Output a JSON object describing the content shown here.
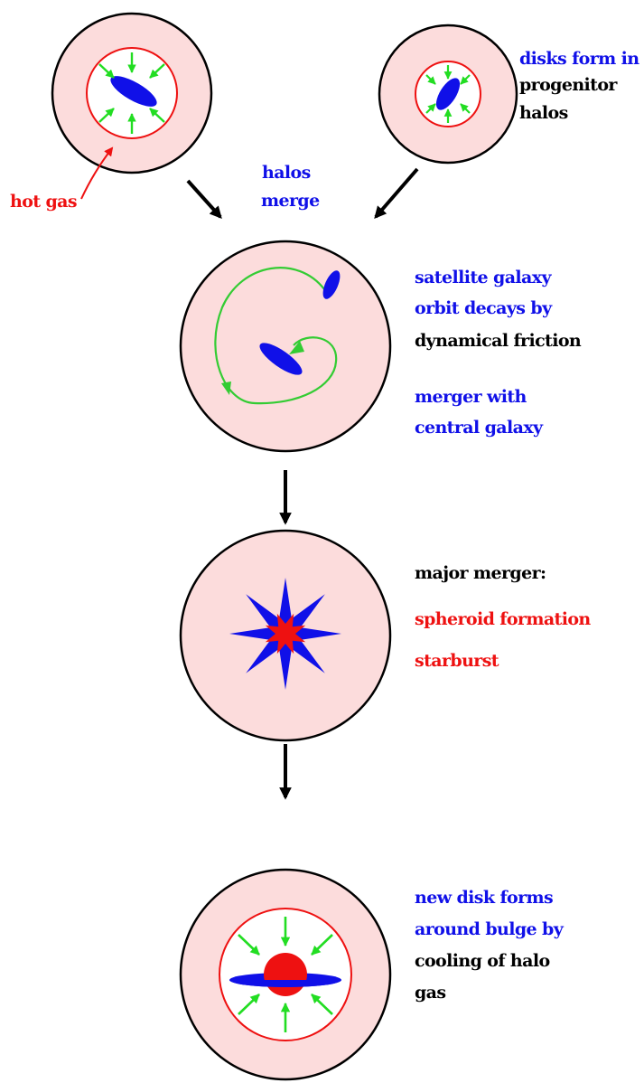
{
  "colors": {
    "halo_fill": "#fcdcdc",
    "outline": "#000000",
    "hot_gas_ring": "#ee1111",
    "disk": "#1010e8",
    "bulge": "#ee1111",
    "inflow_arrows": "#22dd22",
    "orbit": "#33cc33",
    "text_blue": "#1010e8",
    "text_red": "#ee1111",
    "text_black": "#000000"
  },
  "labels": {
    "disks_form_in": "disks form in",
    "progenitor": "progenitor",
    "halos": "halos",
    "hot_gas": "hot gas",
    "halos_merge_1": "halos",
    "halos_merge_2": "merge",
    "satellite_galaxy": "satellite galaxy",
    "orbit_decays_by": "orbit decays by",
    "dynamical_friction": "dynamical friction",
    "merger_with": "merger with",
    "central_galaxy": "central galaxy",
    "major_merger": "major merger:",
    "spheroid_formation": "spheroid formation",
    "starburst": "starburst",
    "new_disk_forms": "new disk forms",
    "around_bulge_by": "around bulge by",
    "cooling_of_halo": "cooling of halo",
    "gas": "gas"
  }
}
